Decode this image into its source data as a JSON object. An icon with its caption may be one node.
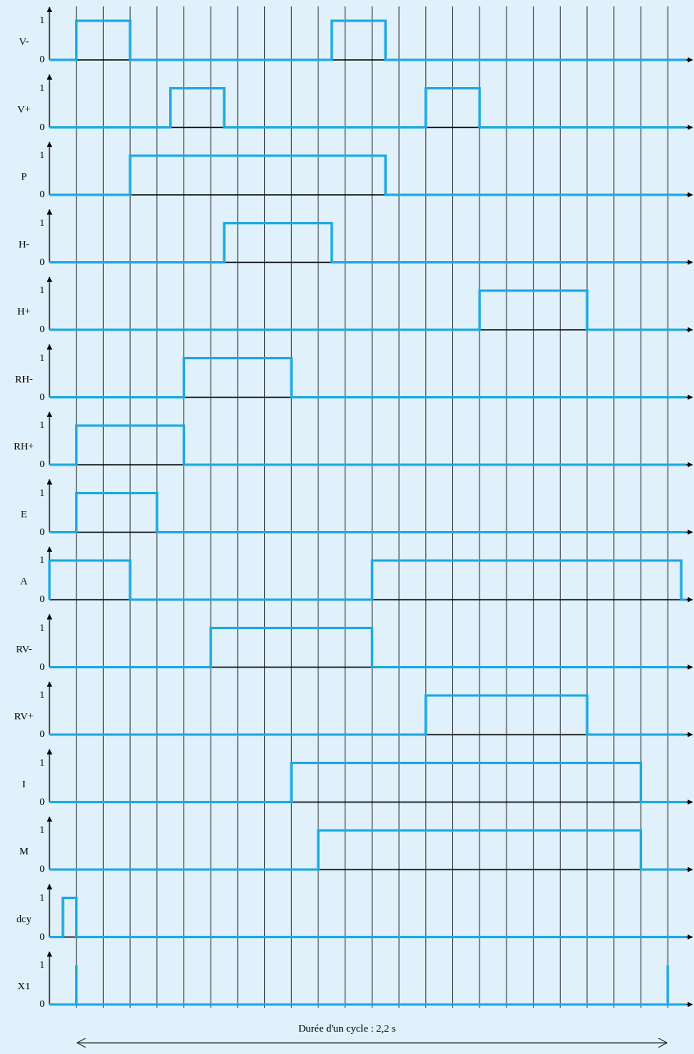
{
  "diagram": {
    "labels": [
      "1",
      "V-",
      "0",
      "1",
      "V+",
      "0",
      "1",
      "P",
      "0",
      "1",
      "H-",
      "0",
      "1",
      "H+",
      "0",
      "1",
      "RH-",
      "0",
      "1",
      "RH+",
      "0",
      "1",
      "E",
      "0",
      "1",
      "A",
      "0",
      "1",
      "RV-",
      "0",
      "1",
      "RV+",
      "0",
      "1",
      "I",
      "0",
      "1",
      "M",
      "0",
      "1",
      "dcy",
      "0",
      "1",
      "X1",
      "0",
      "Durée d'un cycle : 2,2 s"
    ]
  }
}
